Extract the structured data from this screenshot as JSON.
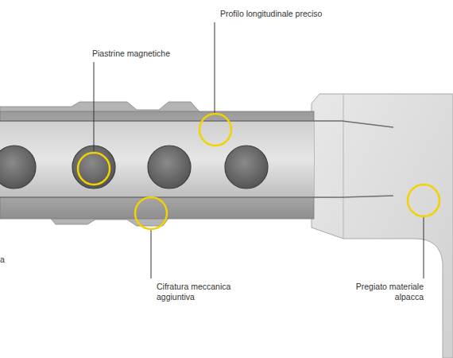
{
  "diagram": {
    "labels": [
      "Profilo longitudinale preciso",
      "Piastrine magnetiche",
      "Cifratura meccanica aggiuntiva",
      "Pregiato materiale alpacca",
      "a"
    ]
  }
}
